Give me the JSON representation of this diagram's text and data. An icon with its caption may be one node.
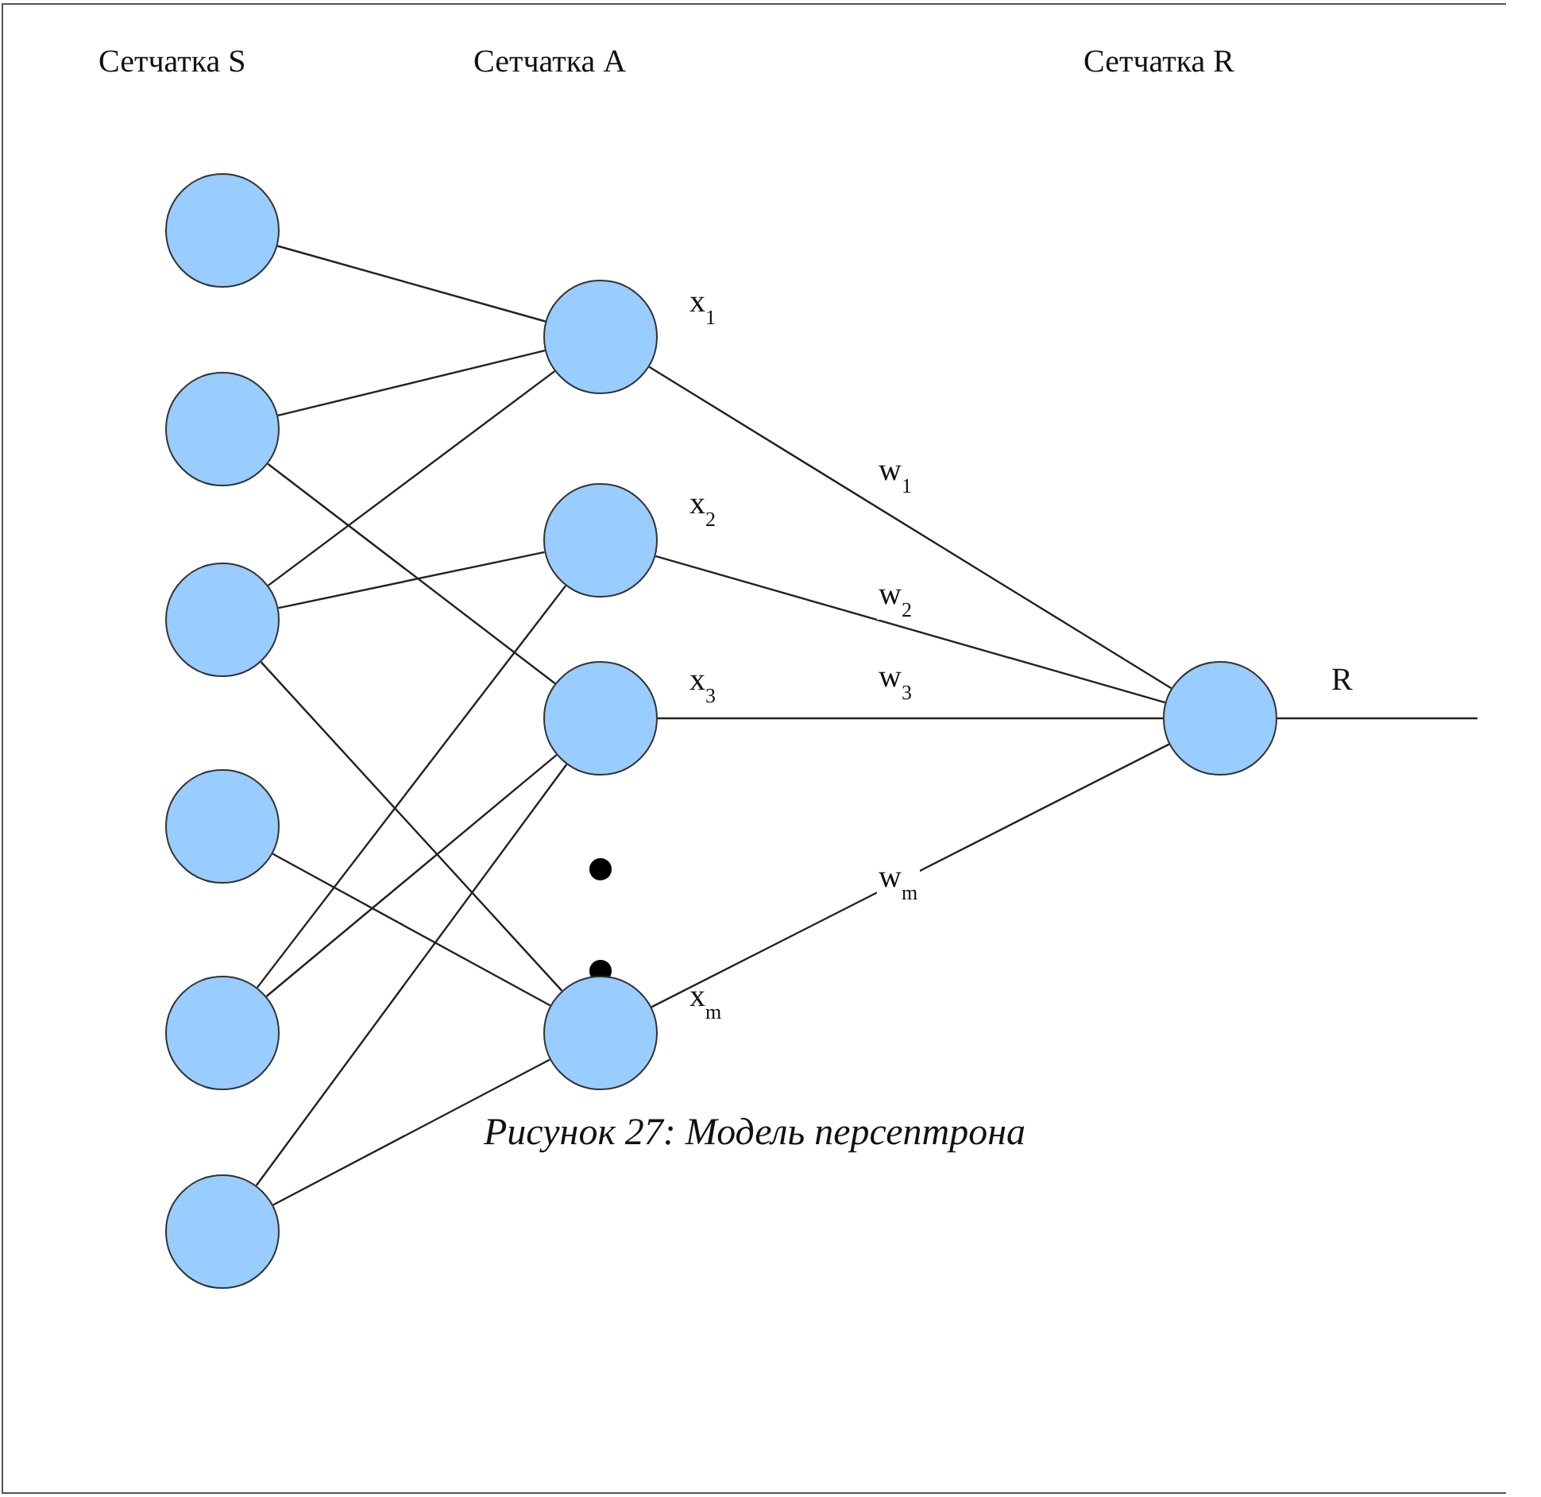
{
  "diagram": {
    "caption": "Рисунок 27: Модель персептрона",
    "nodes": [
      {
        "text": [],
        "shape": "circle"
      },
      {
        "text": [],
        "shape": "circle"
      },
      {
        "text": [],
        "shape": "circle"
      },
      {
        "text": [],
        "shape": "circle"
      },
      {
        "text": [],
        "shape": "circle"
      },
      {
        "text": [],
        "shape": "circle"
      },
      {
        "text": [],
        "shape": "circle",
        "beside": [
          "x$_{1}$"
        ]
      },
      {
        "text": [],
        "shape": "circle",
        "beside": [
          "x$_{2}$"
        ]
      },
      {
        "text": [],
        "shape": "circle",
        "beside": [
          "x$_{3}$"
        ]
      },
      {
        "text": [],
        "shape": "circle",
        "beside": [
          "x$_{m}$"
        ]
      },
      {
        "text": [],
        "shape": "circle",
        "beside": [
          "R"
        ]
      }
    ],
    "edges": [
      {
        "from": 0,
        "to": 6,
        "arrow": "none"
      },
      {
        "from": 1,
        "to": 6,
        "arrow": "none"
      },
      {
        "from": 1,
        "to": 8,
        "arrow": "none"
      },
      {
        "from": 2,
        "to": 6,
        "arrow": "none"
      },
      {
        "from": 2,
        "to": 7,
        "arrow": "none"
      },
      {
        "from": 2,
        "to": 9,
        "arrow": "none"
      },
      {
        "from": 3,
        "to": 9,
        "arrow": "none"
      },
      {
        "from": 4,
        "to": 7,
        "arrow": "none"
      },
      {
        "from": 4,
        "to": 8,
        "arrow": "none"
      },
      {
        "from": 5,
        "to": 8,
        "arrow": "none"
      },
      {
        "from": 5,
        "to": 9,
        "arrow": "none"
      },
      {
        "from": 6,
        "to": 10,
        "arrow": "none",
        "label": "w$_{1}$"
      },
      {
        "from": 7,
        "to": 10,
        "arrow": "none",
        "label": "w$_{2}$"
      },
      {
        "from": 8,
        "to": 10,
        "arrow": "none",
        "label": "w$_{3}$"
      },
      {
        "from": 9,
        "to": 10,
        "arrow": "none",
        "label": "w$_{m}$"
      },
      {
        "from": 10,
        "to": null,
        "arrow": "none"
      }
    ],
    "labels": [
      "Сетчатка S",
      "Сетчатка A",
      "Сетчатка R"
    ]
  }
}
